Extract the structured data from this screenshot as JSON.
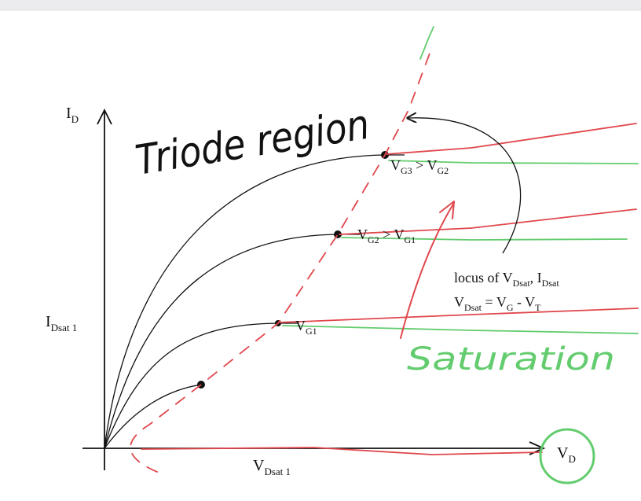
{
  "axes": {
    "y_label_main": "I",
    "y_label_sub": "D",
    "y_tick_main": "I",
    "y_tick_sub": "Dsat 1",
    "x_tick_main": "V",
    "x_tick_sub": "Dsat 1",
    "x_label_main": "V",
    "x_label_sub": "D"
  },
  "curves": {
    "vg3_a": "V",
    "vg3_a_sub": "G3",
    "vg3_op": " > ",
    "vg3_b": "V",
    "vg3_b_sub": "G2",
    "vg2_a": "V",
    "vg2_a_sub": "G2",
    "vg2_op": " > ",
    "vg2_b": "V",
    "vg2_b_sub": "G1",
    "vg1_a": "V",
    "vg1_a_sub": "G1"
  },
  "annotations": {
    "triode": "Triode region",
    "saturation": "Saturation",
    "locus_line1_a": "locus of V",
    "locus_line1_a_sub": "Dsat",
    "locus_line1_b": ", I",
    "locus_line1_b_sub": "Dsat",
    "locus_line2_a": "V",
    "locus_line2_a_sub": "Dsat",
    "locus_line2_b": " = V",
    "locus_line2_b_sub": "G",
    "locus_line2_c": " - V",
    "locus_line2_c_sub": "T"
  },
  "colors": {
    "ink": "#111111",
    "red": "#e0474c",
    "green": "#63cc6e"
  }
}
